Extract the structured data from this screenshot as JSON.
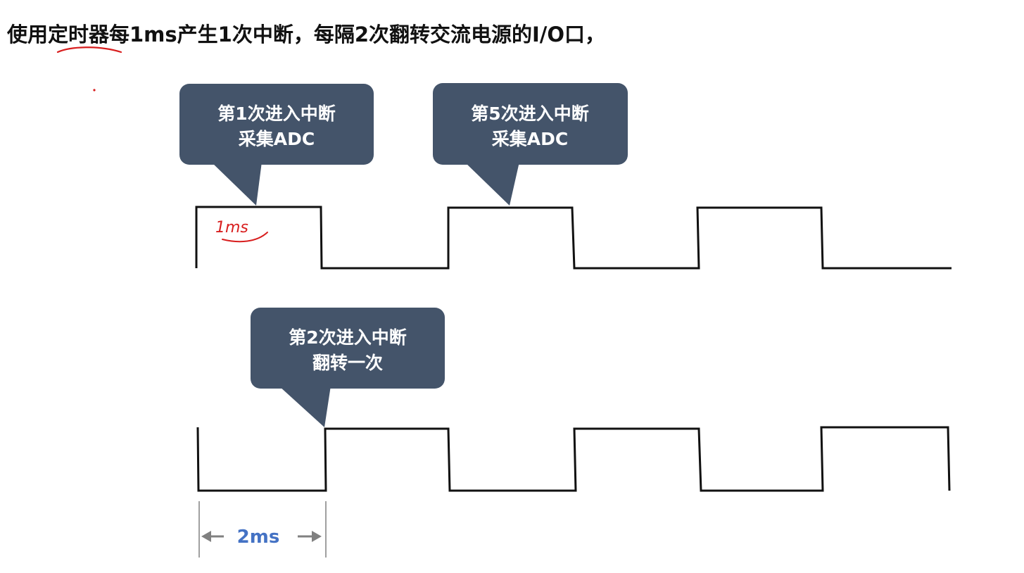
{
  "title": "使用定时器每1ms产生1次中断，每隔2次翻转交流电源的I/O口，",
  "callouts": [
    {
      "id": "c1",
      "line1": "第1次进入中断",
      "line2": "采集ADC"
    },
    {
      "id": "c5",
      "line1": "第5次进入中断",
      "line2": "采集ADC"
    },
    {
      "id": "c2",
      "line1": "第2次进入中断",
      "line2": "翻转一次"
    }
  ],
  "annotation": {
    "handwritten_label": "1ms"
  },
  "dimension": {
    "label": "2ms"
  },
  "colors": {
    "callout_fill": "#44546a",
    "callout_text": "#ffffff",
    "dimension_text": "#4472c4",
    "dimension_arrow": "#808080",
    "waveform": "#111111",
    "handwriting": "#d81e1e"
  }
}
